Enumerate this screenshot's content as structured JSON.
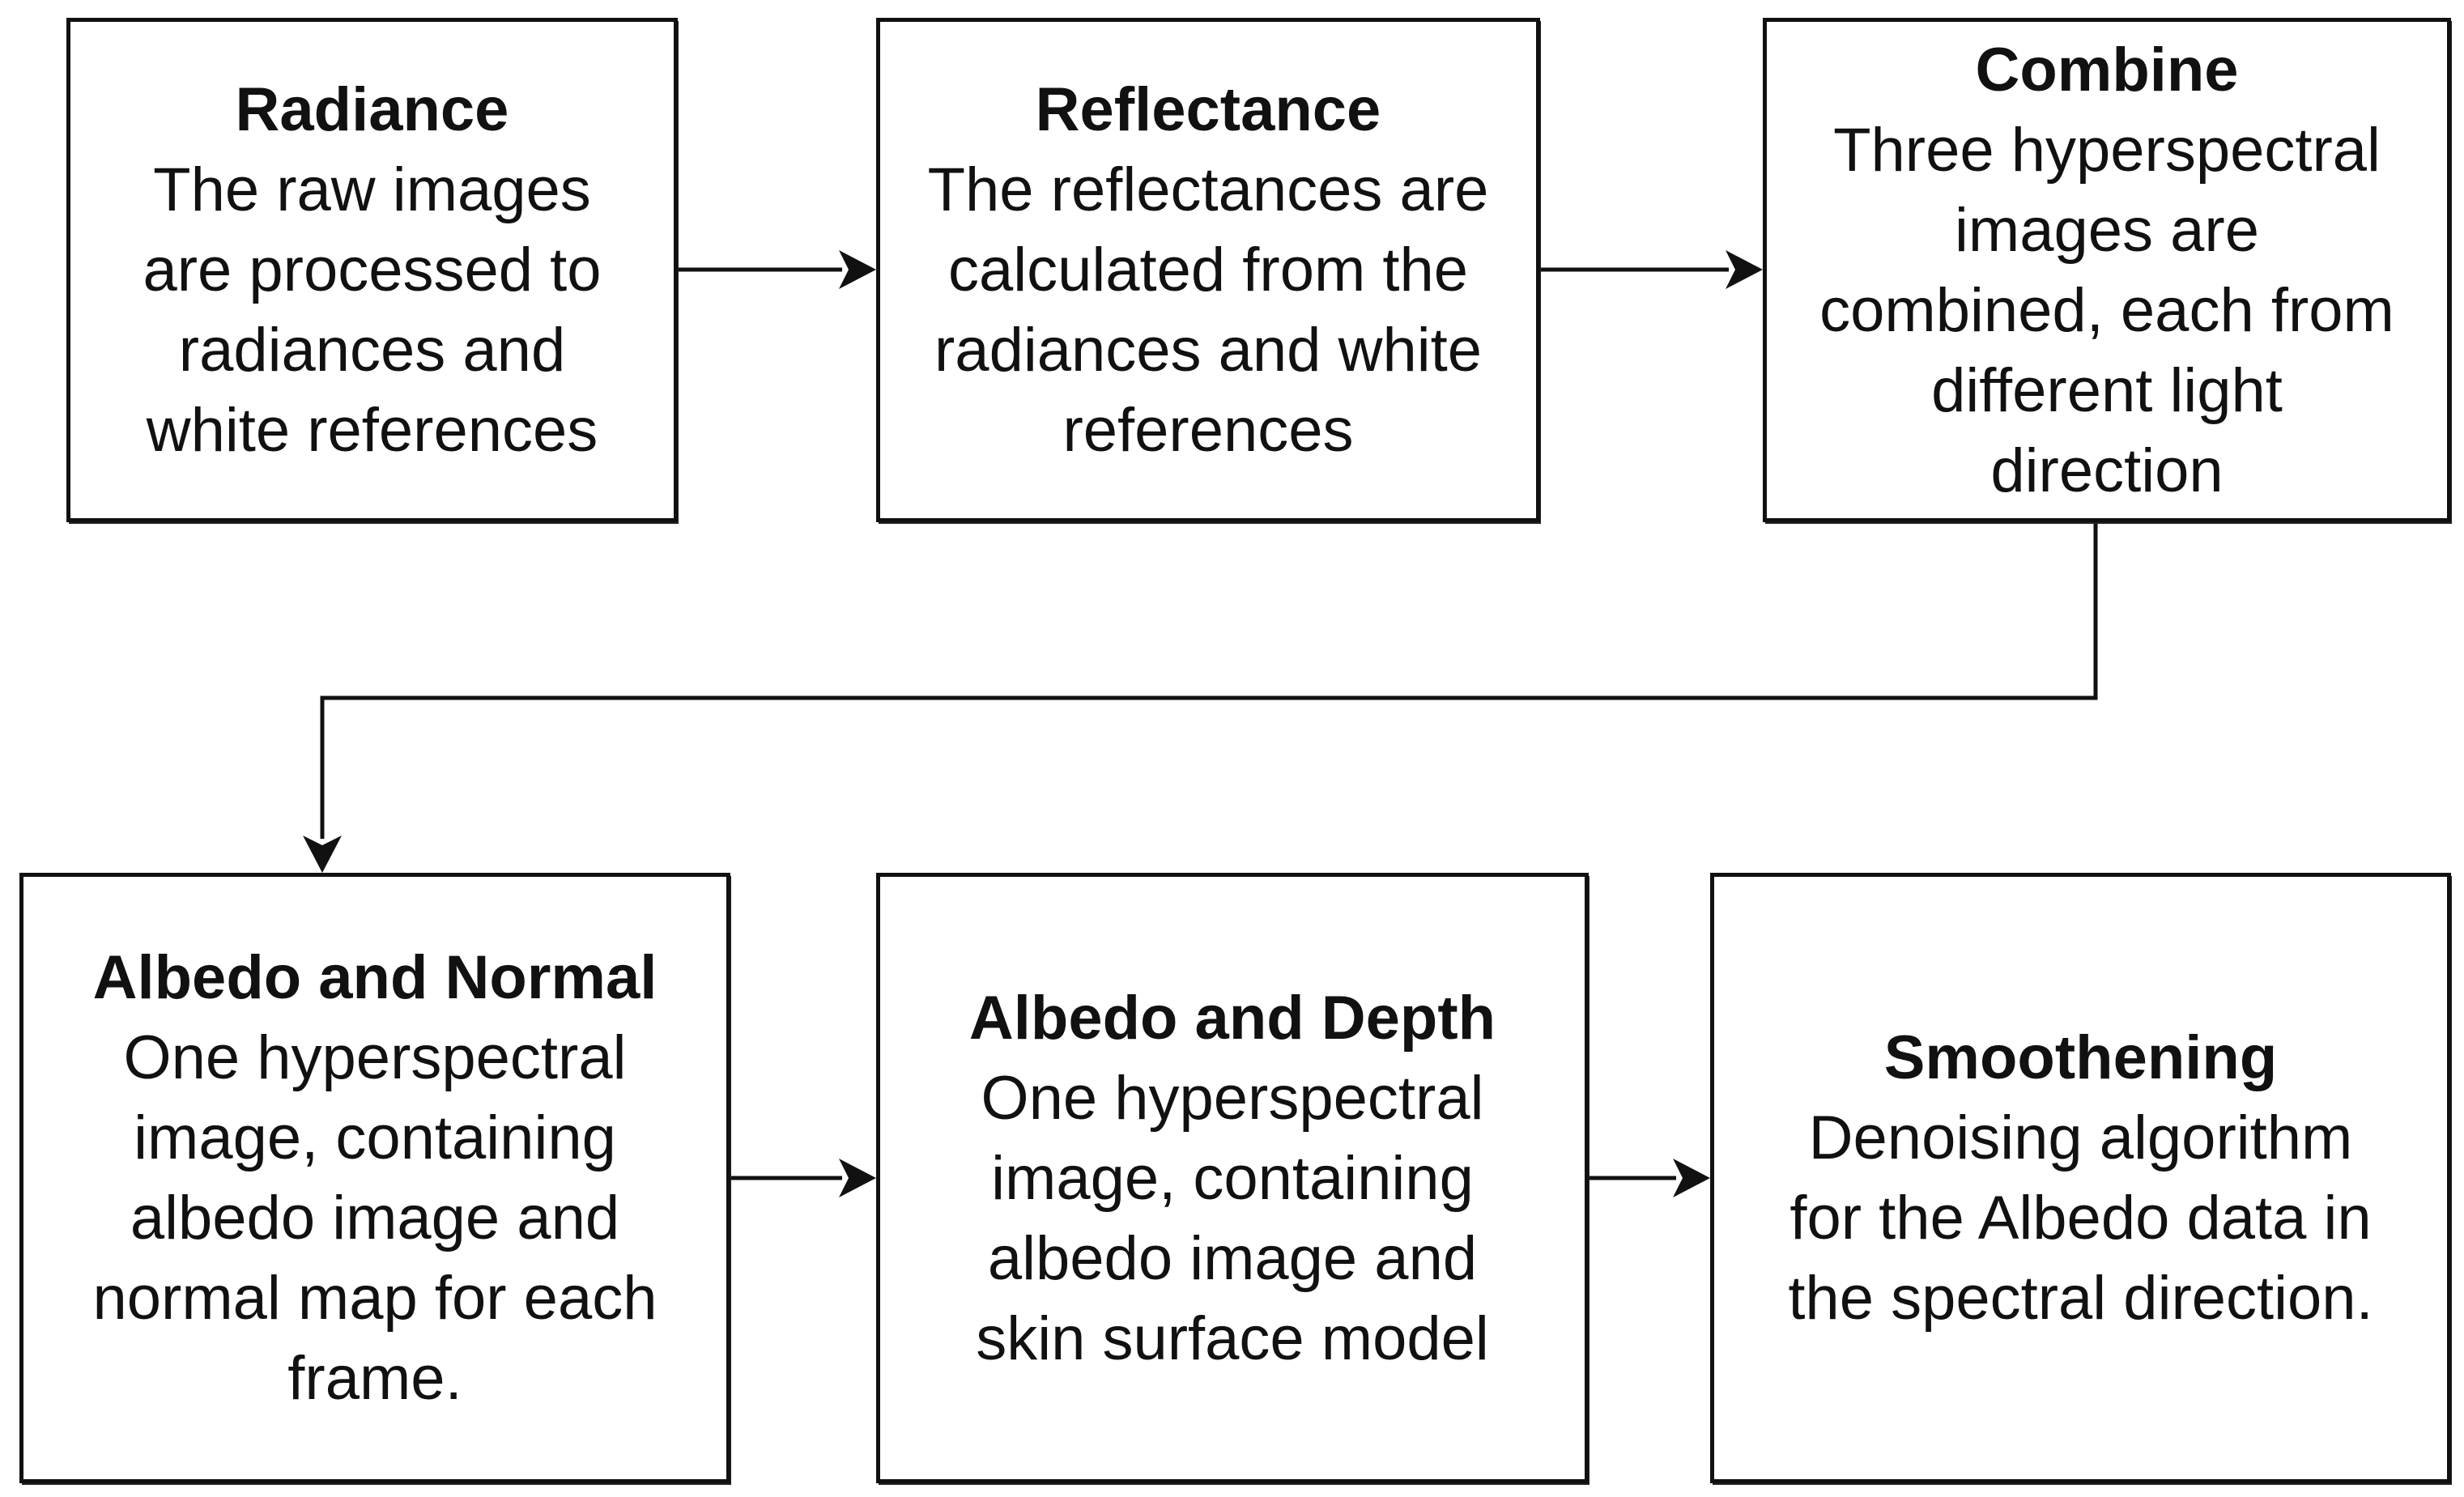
{
  "boxes": {
    "radiance": {
      "title": "Radiance",
      "body": "The raw images\nare processed to\nradiances and\nwhite references"
    },
    "reflectance": {
      "title": "Reflectance",
      "body": "The reflectances are\ncalculated from the\nradiances and white\nreferences"
    },
    "combine": {
      "title": "Combine",
      "body": "Three hyperspectral\nimages are\ncombined, each from\ndifferent light\ndirection"
    },
    "albedo_normal": {
      "title": "Albedo and Normal",
      "body": "One hyperspectral\nimage, containing\nalbedo image and\nnormal map for each\nframe."
    },
    "albedo_depth": {
      "title": "Albedo and Depth",
      "body": "One hyperspectral\nimage, containing\nalbedo image and\nskin surface model"
    },
    "smoothening": {
      "title": "Smoothening",
      "body": "Denoising algorithm\nfor the Albedo data in\nthe spectral direction."
    }
  },
  "colors": {
    "stroke": "#111111",
    "fill": "#ffffff"
  }
}
